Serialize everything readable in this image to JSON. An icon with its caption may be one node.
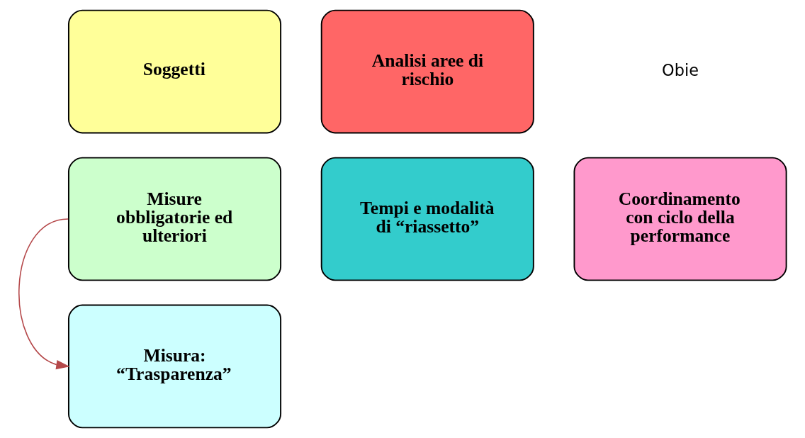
{
  "diagram": {
    "nodes": [
      {
        "text": [
          "Soggetti"
        ]
      },
      {
        "text": [
          "Analisi aree di rischio"
        ]
      },
      {
        "text": [
          "Coordinamento con ciclo della performance"
        ]
      },
      {
        "text": [
          "Misure obbligatorie ed ulteriori"
        ]
      },
      {
        "text": [
          "Tempi e modalità di “riassetto”"
        ]
      },
      {
        "text": [
          "Misura: “Trasparenza”"
        ]
      }
    ],
    "edges": [
      {
        "from": 3,
        "to": 5,
        "arrow": "to",
        "color": "#b5484a"
      }
    ],
    "labels": [
      "Obie"
    ]
  }
}
